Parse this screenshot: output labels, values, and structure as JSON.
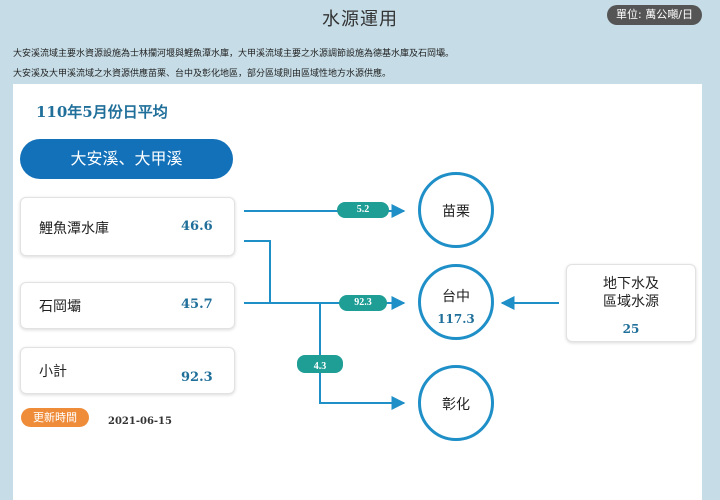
{
  "header": {
    "title": "水源運用",
    "unit": "單位: 萬公噸/日"
  },
  "description": {
    "line1": "大安溪流域主要水資源設施為士林攔河堰與鯉魚潭水庫，大甲溪流域主要之水源調節設施為德基水庫及石岡壩。",
    "line2": "大安溪及大甲溪流域之水資源供應苗栗、台中及彰化地區，部分區域則由區域性地方水源供應。"
  },
  "main": {
    "subtitle": "110年5月份日平均",
    "river_banner": "大安溪、大甲溪",
    "sources": [
      {
        "name": "鯉魚潭水庫",
        "value": "46.6"
      },
      {
        "name": "石岡壩",
        "value": "45.7"
      },
      {
        "name": "小計",
        "value": "92.3"
      }
    ],
    "update": {
      "label": "更新時間",
      "date": "2021-06-15"
    }
  },
  "flows": {
    "to_miaoli": "5.2",
    "to_taichung": "92.3",
    "to_changhua": "4.3"
  },
  "destinations": {
    "miaoli": {
      "name": "苗栗"
    },
    "taichung": {
      "name": "台中",
      "value": "117.3"
    },
    "changhua": {
      "name": "彰化"
    }
  },
  "groundwater": {
    "line1": "地下水及",
    "line2": "區域水源",
    "value": "25"
  },
  "colors": {
    "primary_blue": "#1271b9",
    "flow_line": "#1f8fc8",
    "flow_pill": "#1f9e96",
    "value_text": "#1f6f9a",
    "update_badge": "#ef8c3a"
  }
}
